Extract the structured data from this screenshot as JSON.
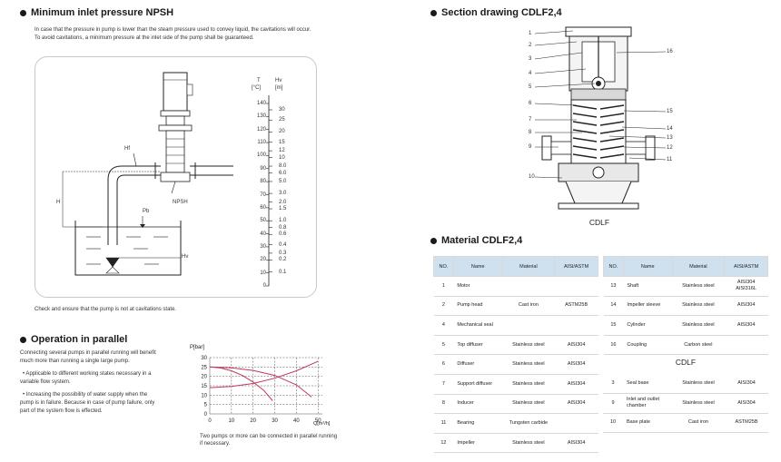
{
  "npsh": {
    "title": "Minimum inlet pressure NPSH",
    "intro_1": "In case that the pressure in pump is lower than the steam pressure used to convey liquid, the cavitations will occur.",
    "intro_2": "To avoid cavitations, a minimum pressure at the inlet side of the pump shall be guaranteed.",
    "labels": {
      "hf": "Hf",
      "h": "H",
      "pb": "Pb",
      "npsh": "NPSH",
      "hv": "Hv"
    },
    "scale_t_header": "T",
    "scale_t_unit": "[°C]",
    "scale_hv_header": "Hv",
    "scale_hv_unit": "[m]",
    "t_ticks": [
      "140",
      "130",
      "120",
      "110",
      "100",
      "90",
      "80",
      "70",
      "60",
      "50",
      "40",
      "30",
      "20",
      "10",
      "0"
    ],
    "hv_ticks": [
      "30",
      "25",
      "20",
      "15",
      "12",
      "10",
      "8.0",
      "6.0",
      "5.0",
      "3.0",
      "2.0",
      "1.5",
      "1.0",
      "0.8",
      "0.6",
      "0.4",
      "0.3",
      "0.2",
      "0.1"
    ],
    "note": "Check and ensure that the pump is not at cavitations state."
  },
  "parallel": {
    "title": "Operation in parallel",
    "text_1": "Connecting several pumps in parallel running will benefit",
    "text_2": "much more than running a single large pump.",
    "bullet_1a": "• Applicable to different working states necessary in a",
    "bullet_1b": "variable flow system.",
    "bullet_2a": "• Increasing the possibility of water supply when the",
    "bullet_2b": "pump is in failure. Because in case of pump failure, only",
    "bullet_2c": "part of the system flow is effected.",
    "caption_1": "Two pumps or more can be connected in parallel running",
    "caption_2": "if necessary."
  },
  "chart_data": {
    "type": "line",
    "ylabel": "P[bar]",
    "xlabel": "Q[m³/h]",
    "x_ticks": [
      "0",
      "10",
      "20",
      "30",
      "40",
      "50"
    ],
    "y_ticks": [
      "30",
      "25",
      "20",
      "15",
      "10",
      "5",
      "0"
    ],
    "xlim": [
      0,
      52
    ],
    "ylim": [
      0,
      30
    ],
    "grid": true,
    "series": [
      {
        "x": [
          0,
          5,
          10,
          15,
          20,
          25,
          29
        ],
        "y": [
          25,
          24.5,
          23,
          20.5,
          17,
          12.5,
          7
        ]
      },
      {
        "x": [
          0,
          10,
          20,
          30,
          40,
          47
        ],
        "y": [
          25,
          24.6,
          23.2,
          20.5,
          15.5,
          9
        ]
      },
      {
        "x": [
          0,
          10,
          20,
          30,
          40,
          50
        ],
        "y": [
          14,
          14.6,
          16.2,
          19,
          23,
          28
        ]
      }
    ]
  },
  "section": {
    "title": "Section drawing CDLF2,4",
    "left_callouts": [
      "1",
      "2",
      "3",
      "4",
      "5",
      "6",
      "7",
      "8",
      "9",
      "10"
    ],
    "right_callouts": [
      "16",
      "15",
      "14",
      "13",
      "12",
      "11"
    ],
    "caption": "CDLF"
  },
  "material": {
    "title": "Material CDLF2,4",
    "headers": [
      "NO.",
      "Name",
      "Material",
      "AISI/ASTM"
    ],
    "left_rows": [
      [
        "1",
        "Motor",
        "",
        ""
      ],
      [
        "2",
        "Pump head",
        "Cast iron",
        "ASTM25B"
      ],
      [
        "4",
        "Mechanical seal",
        "",
        ""
      ],
      [
        "5",
        "Top diffuser",
        "Stainless steel",
        "AISI304"
      ],
      [
        "6",
        "Diffuser",
        "Stainless steel",
        "AISI304"
      ],
      [
        "7",
        "Support diffuser",
        "Stainless steel",
        "AISI304"
      ],
      [
        "8",
        "Inducer",
        "Stainless steel",
        "AISI304"
      ],
      [
        "11",
        "Bearing",
        "Tungsten carbide",
        ""
      ],
      [
        "12",
        "Impeller",
        "Stainless steel",
        "AISI304"
      ]
    ],
    "right_rows_top": [
      [
        "13",
        "Shaft",
        "Stainless steel",
        "AISI304\nAISI316L"
      ],
      [
        "14",
        "Impeller sleeve",
        "Stainless steel",
        "AISI304"
      ],
      [
        "15",
        "Cylinder",
        "Stainless steel",
        "AISI304"
      ],
      [
        "16",
        "Coupling",
        "Carbon steel",
        ""
      ]
    ],
    "cdlf_label": "CDLF",
    "right_rows_bottom": [
      [
        "3",
        "Seal base",
        "Stainless steel",
        "AISI304"
      ],
      [
        "9",
        "Inlet and outlet\nchamber",
        "Stainless steel",
        "AISI304"
      ],
      [
        "10",
        "Base plate",
        "Cast iron",
        "ASTM25B"
      ]
    ]
  }
}
